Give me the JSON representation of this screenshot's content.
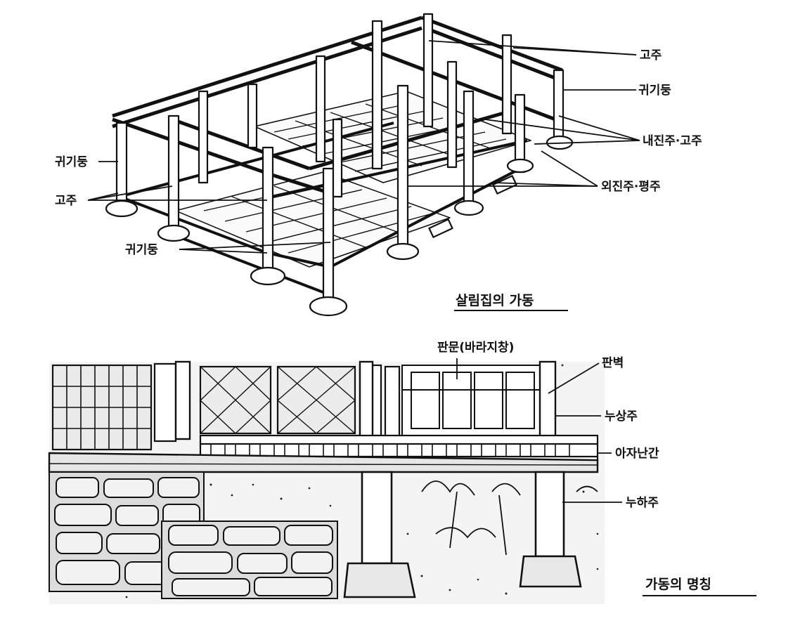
{
  "top_figure": {
    "caption": "살림집의 가동",
    "labels": {
      "gozu_top": "고주",
      "gwigidung_right": "귀기둥",
      "naejinju_gozu": "내진주·고주",
      "oejinju_pyeongju": "외진주·평주",
      "gwigidung_left": "귀기둥",
      "gozu_left": "고주",
      "gwigidung_bottom": "귀기둥"
    }
  },
  "bottom_figure": {
    "caption": "가동의 명칭",
    "labels": {
      "panmun": "판문(바라지창)",
      "panbyeok": "판벽",
      "nusangju": "누상주",
      "ajananggan": "아자난간",
      "nuhaju": "누하주"
    }
  }
}
